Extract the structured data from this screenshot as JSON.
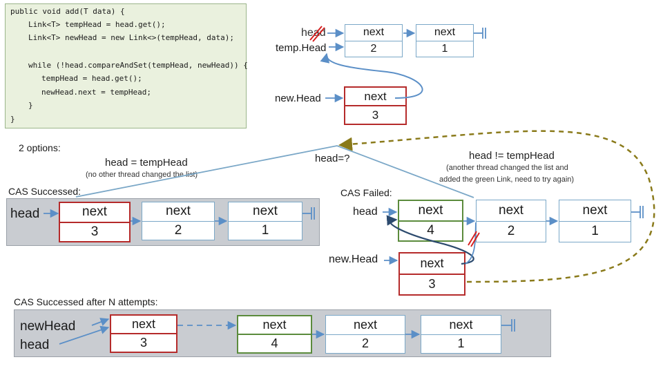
{
  "code": {
    "line1": "public void add(T data) {",
    "line2": "Link<T> tempHead = head.get();",
    "line3": "Link<T> newHead = new Link<>(tempHead, data);",
    "line4": "while (!head.compareAndSet(tempHead, newHead)) {",
    "line5": "tempHead = head.get();",
    "line6": "newHead.next = tempHead;",
    "line7": "}",
    "line8": "}"
  },
  "top": {
    "head_label": "head",
    "temphead_label": "temp.Head",
    "newhead_label": "new.Head",
    "node_a": {
      "next": "next",
      "value": "2"
    },
    "node_b": {
      "next": "next",
      "value": "1"
    },
    "node_new": {
      "next": "next",
      "value": "3"
    }
  },
  "options": {
    "title": "2 options:",
    "question": "head=?",
    "left_cond": "head = tempHead",
    "left_note": "(no other thread changed the list)",
    "right_cond": "head != tempHead",
    "right_note_1": "(another thread changed the list and",
    "right_note_2": "added the green Link, need to try again)"
  },
  "success": {
    "title": "CAS Successed:",
    "head_label": "head",
    "nodes": [
      {
        "next": "next",
        "value": "3"
      },
      {
        "next": "next",
        "value": "2"
      },
      {
        "next": "next",
        "value": "1"
      }
    ]
  },
  "failed": {
    "title": "CAS Failed:",
    "head_label": "head",
    "newhead_label": "new.Head",
    "nodes": [
      {
        "next": "next",
        "value": "4"
      },
      {
        "next": "next",
        "value": "2"
      },
      {
        "next": "next",
        "value": "1"
      }
    ],
    "new_node": {
      "next": "next",
      "value": "3"
    }
  },
  "final": {
    "title": "CAS Successed after N attempts:",
    "newhead_label": "newHead",
    "head_label": "head",
    "nodes": [
      {
        "next": "next",
        "value": "3"
      },
      {
        "next": "next",
        "value": "4"
      },
      {
        "next": "next",
        "value": "2"
      },
      {
        "next": "next",
        "value": "1"
      }
    ]
  },
  "colors": {
    "red_border": "#b52a2a",
    "green_border": "#5b8b3c",
    "blue_border": "#7aa7c7",
    "arrow_blue": "#5b8fc7",
    "arrow_dark": "#2c4a6e",
    "dashed_olive": "#8a7a1a",
    "panel_gray": "#c9ccd1",
    "code_bg": "#eaf1de"
  }
}
